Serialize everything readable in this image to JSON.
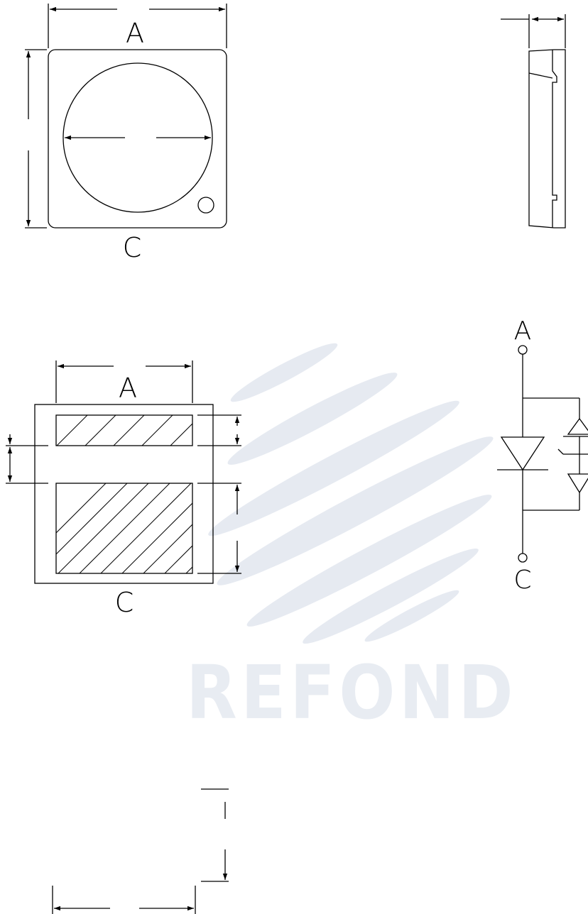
{
  "labels": {
    "top_view_anode": "A",
    "top_view_cathode": "C",
    "pad_anode": "A",
    "pad_cathode": "C",
    "schematic_anode": "A",
    "schematic_cathode": "C"
  },
  "watermark": {
    "text": "REFOND",
    "color": "#e6eaf1"
  }
}
